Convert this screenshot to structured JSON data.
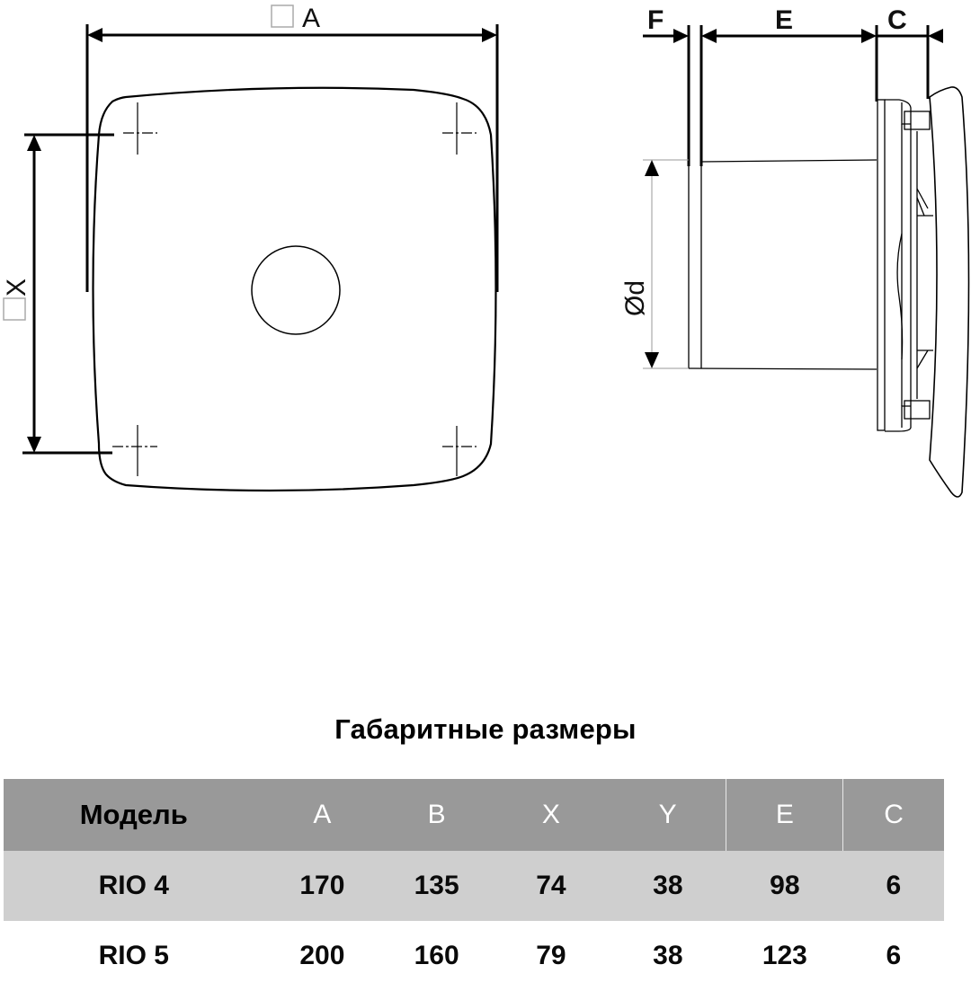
{
  "drawing": {
    "front_view": {
      "width_label": "A",
      "hole_spacing_label": "X",
      "square_symbol": "square-symbol"
    },
    "side_view": {
      "labels": {
        "f": "F",
        "e": "E",
        "c": "C",
        "diameter": "Ød"
      }
    }
  },
  "table": {
    "title": "Габаритные размеры",
    "header_color": "#999999",
    "row_shade_color": "#cfcfcf",
    "columns": [
      "Модель",
      "A",
      "B",
      "X",
      "Y",
      "E",
      "C"
    ],
    "rows": [
      {
        "model": "RIO 4",
        "A": "170",
        "B": "135",
        "X": "74",
        "Y": "38",
        "E": "98",
        "C": "6"
      },
      {
        "model": "RIO 5",
        "A": "200",
        "B": "160",
        "X": "79",
        "Y": "38",
        "E": "123",
        "C": "6"
      }
    ]
  }
}
